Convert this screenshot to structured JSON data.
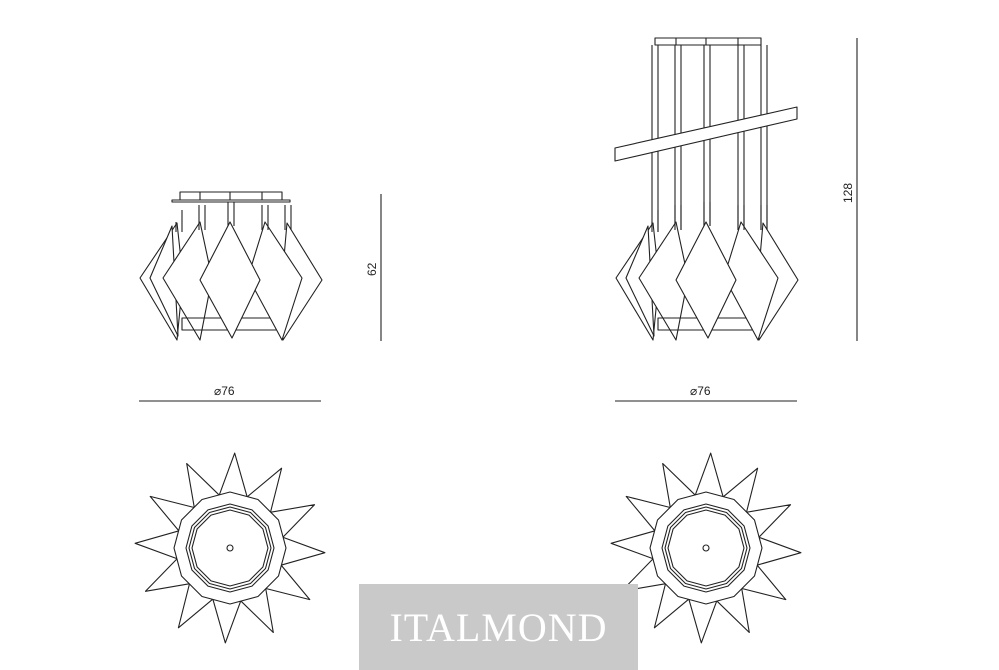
{
  "drawings": {
    "ceiling_lamp": {
      "height_label": "62",
      "diameter_label": "⌀76"
    },
    "pendant_lamp": {
      "height_label": "128",
      "diameter_label": "⌀76"
    }
  },
  "watermark": {
    "text": "ITALMOND"
  }
}
